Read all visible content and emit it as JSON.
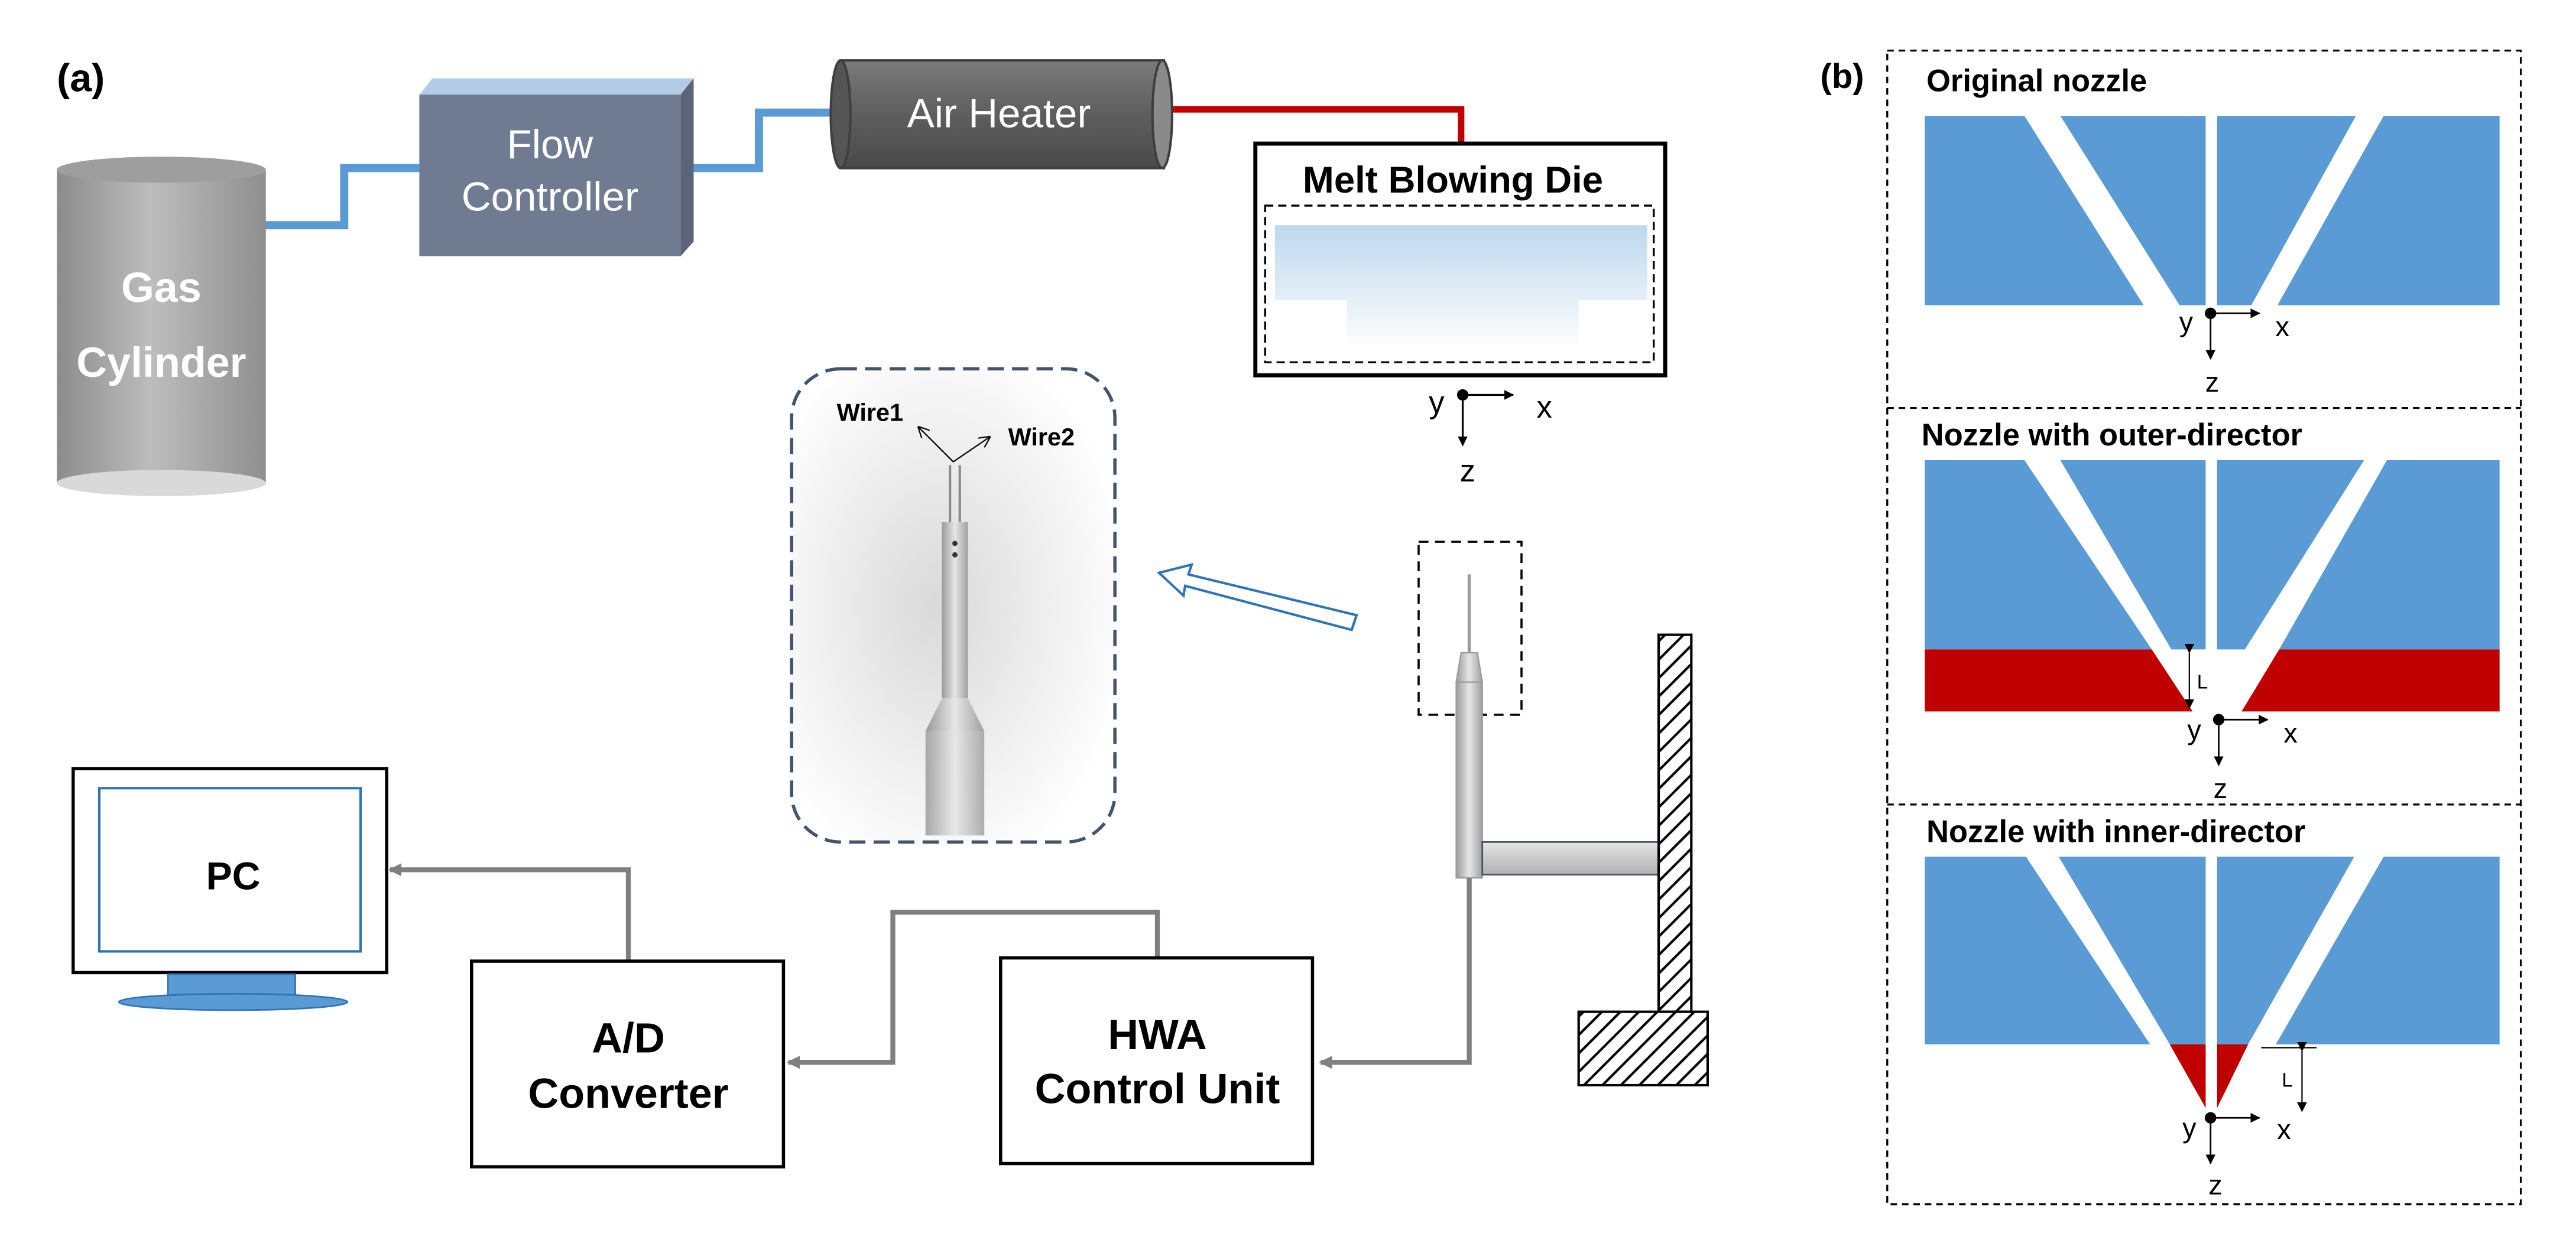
{
  "panel_a": {
    "label": "(a)",
    "gas_cylinder": {
      "line1": "Gas",
      "line2": "Cylinder"
    },
    "flow_controller": {
      "line1": "Flow",
      "line2": "Controller"
    },
    "air_heater": "Air Heater",
    "melt_blowing_die": "Melt Blowing Die",
    "die_axes": {
      "y": "y",
      "x": "x",
      "z": "z"
    },
    "probe_inset": {
      "wire1": "Wire1",
      "wire2": "Wire2"
    },
    "pc": "PC",
    "ad_converter": {
      "line1": "A/D",
      "line2": "Converter"
    },
    "hwa_control_unit": {
      "line1": "HWA",
      "line2": "Control Unit"
    }
  },
  "panel_b": {
    "label": "(b)",
    "original_nozzle": "Original nozzle",
    "outer_director": "Nozzle with outer-director",
    "inner_director": "Nozzle with inner-director",
    "axis_y": "y",
    "axis_x": "x",
    "axis_z": "z",
    "dim_L": "L"
  },
  "colors": {
    "nozzle_blue": "#5b9bd5",
    "director_red": "#c00000",
    "pipe_blue": "#5b9bd5",
    "heater_line_red": "#c00000",
    "cylinder_gray": "#a6a6a6",
    "flow_controller": "#6f7b91",
    "air_heater": "#6b6b6b",
    "signal_gray": "#7f7f7f"
  }
}
